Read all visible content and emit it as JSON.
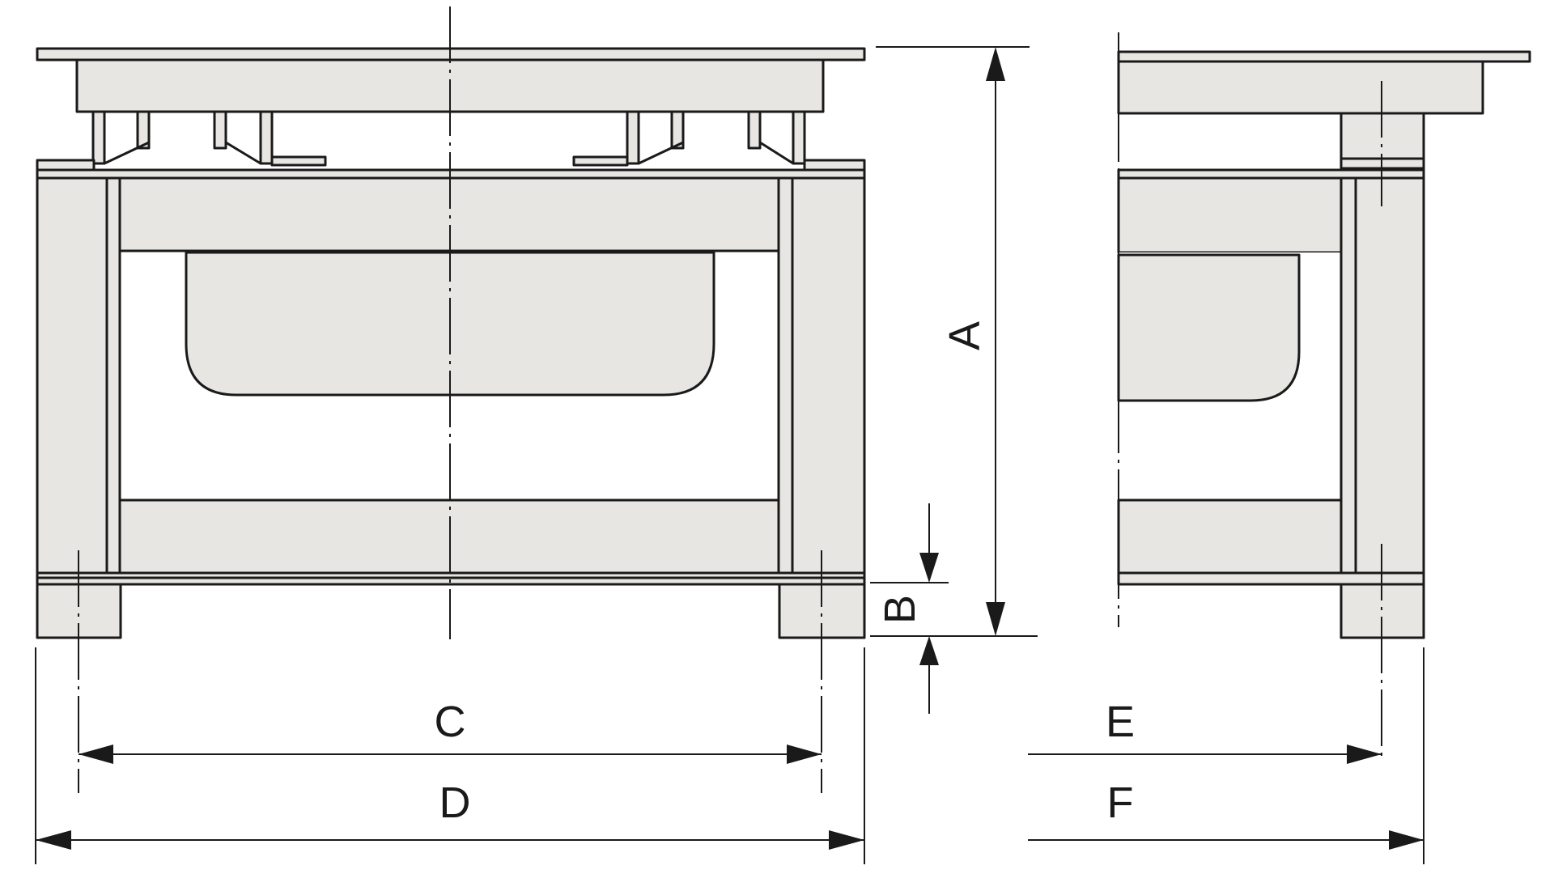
{
  "drawing": {
    "colors": {
      "line": "#1a1a1a",
      "fill": "#e8e6e3",
      "background": "#ffffff"
    },
    "dimensions": {
      "a": "A",
      "b": "B",
      "c": "C",
      "d": "D",
      "e": "E",
      "f": "F"
    }
  }
}
